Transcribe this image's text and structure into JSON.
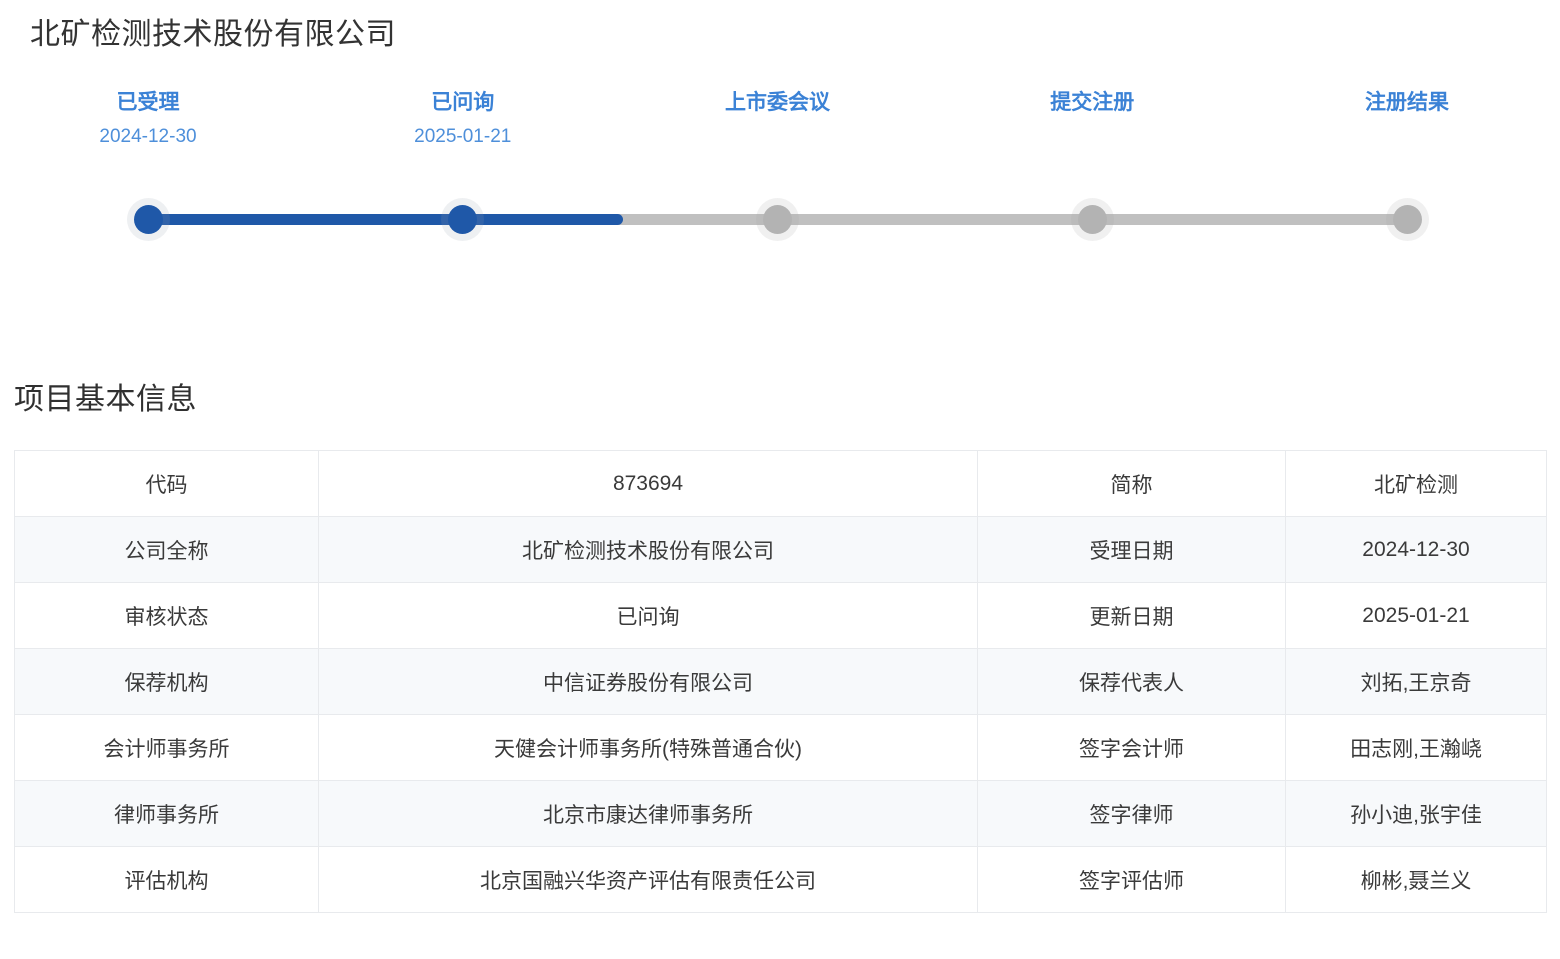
{
  "company_title": "北矿检测技术股份有限公司",
  "stepper": {
    "steps": [
      {
        "label": "已受理",
        "date": "2024-12-30",
        "state": "done"
      },
      {
        "label": "已问询",
        "date": "2025-01-21",
        "state": "done"
      },
      {
        "label": "上市委会议",
        "date": "",
        "state": "pending"
      },
      {
        "label": "提交注册",
        "date": "",
        "state": "pending"
      },
      {
        "label": "注册结果",
        "date": "",
        "state": "pending"
      }
    ],
    "active_color": "#1f58a8",
    "inactive_color": "#c0c0c0",
    "label_color": "#3b82d6"
  },
  "section": {
    "heading": "项目基本信息"
  },
  "table": {
    "rows": [
      {
        "label1": "代码",
        "value1": "873694",
        "value1_link": true,
        "label2": "简称",
        "value2": "北矿检测"
      },
      {
        "label1": "公司全称",
        "value1": "北矿检测技术股份有限公司",
        "value1_link": false,
        "label2": "受理日期",
        "value2": "2024-12-30"
      },
      {
        "label1": "审核状态",
        "value1": "已问询",
        "value1_link": false,
        "label2": "更新日期",
        "value2": "2025-01-21"
      },
      {
        "label1": "保荐机构",
        "value1": "中信证券股份有限公司",
        "value1_link": true,
        "label2": "保荐代表人",
        "value2": "刘拓,王京奇"
      },
      {
        "label1": "会计师事务所",
        "value1": "天健会计师事务所(特殊普通合伙)",
        "value1_link": true,
        "label2": "签字会计师",
        "value2": "田志刚,王瀚峣"
      },
      {
        "label1": "律师事务所",
        "value1": "北京市康达律师事务所",
        "value1_link": true,
        "label2": "签字律师",
        "value2": "孙小迪,张宇佳"
      },
      {
        "label1": "评估机构",
        "value1": "北京国融兴华资产评估有限责任公司",
        "value1_link": true,
        "label2": "签字评估师",
        "value2": "柳彬,聂兰义"
      }
    ]
  }
}
